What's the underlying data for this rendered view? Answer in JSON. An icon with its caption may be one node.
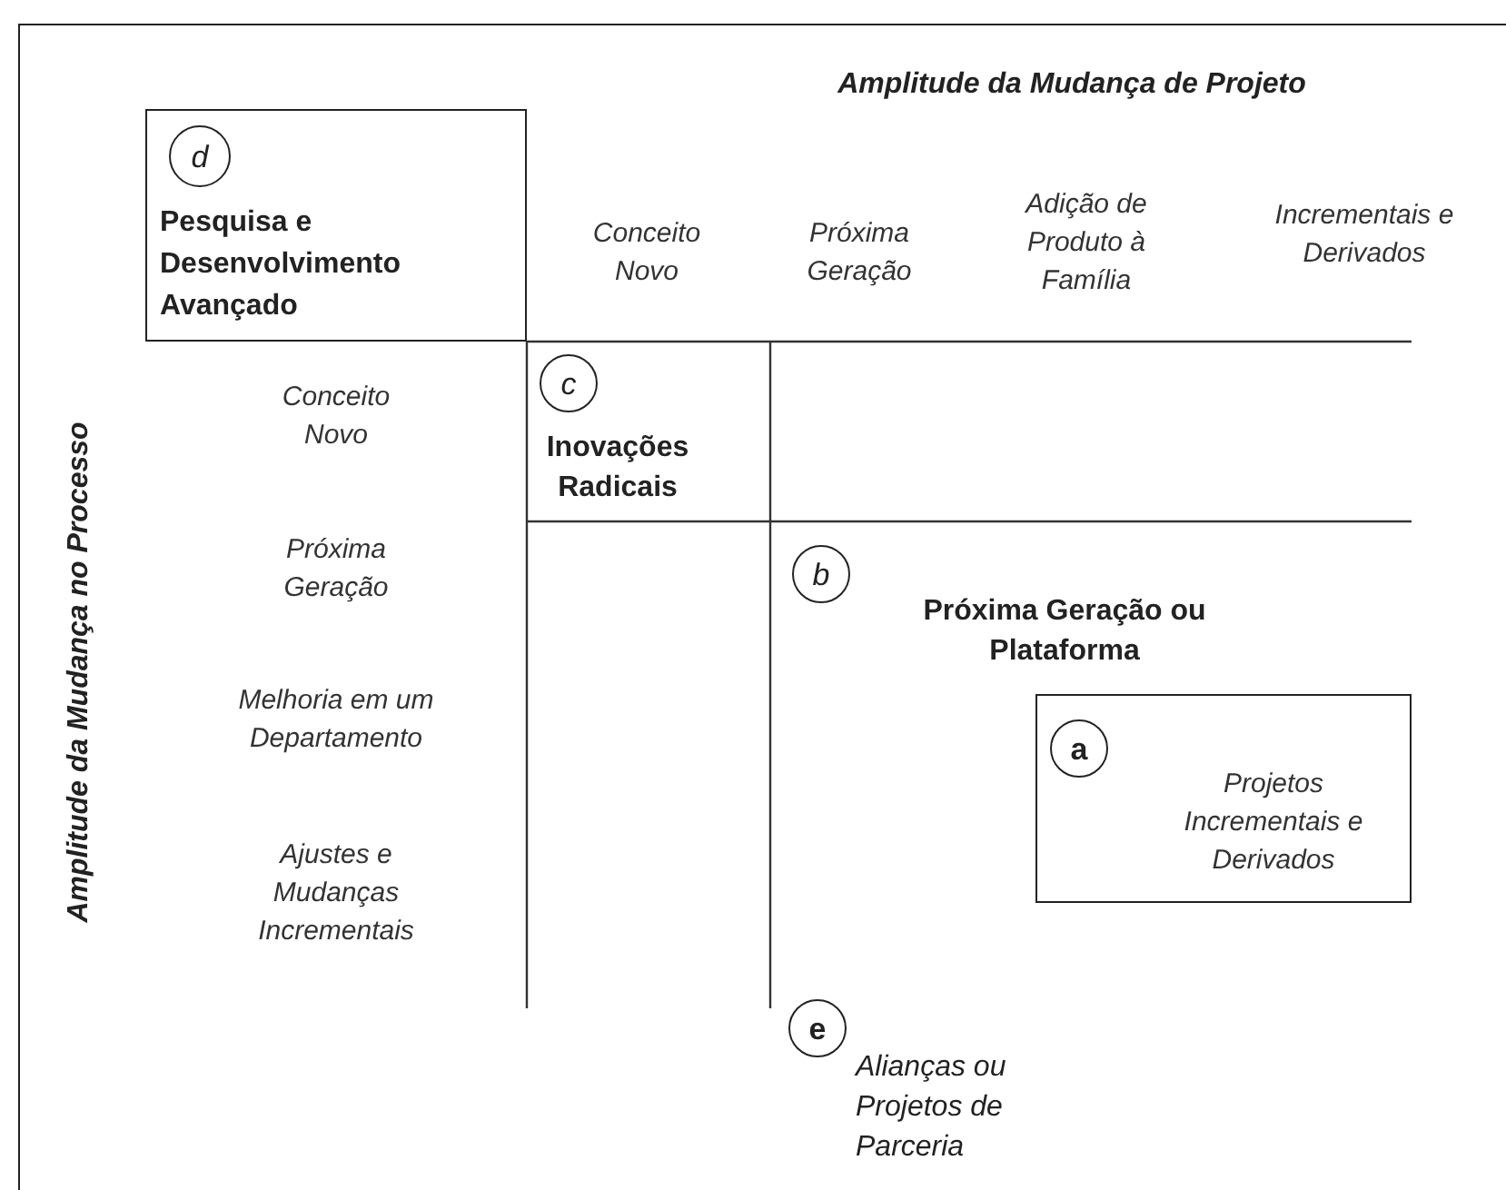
{
  "diagram": {
    "nodes": [
      {
        "text": [
          "Pesquisa e Desenvolvimento Avançado"
        ]
      },
      {
        "text": [
          "d"
        ],
        "in": 0
      },
      {
        "text": [
          "c"
        ],
        "beside": [
          "Inovações Radicais"
        ]
      },
      {
        "text": [
          "b"
        ],
        "beside": [
          "Próxima Geração ou Plataforma"
        ]
      },
      {
        "text": [
          "Projetos Incrementais e Derivados"
        ]
      },
      {
        "text": [
          "a"
        ],
        "in": 4
      },
      {
        "text": [
          "e"
        ],
        "beside": [
          "Alianças ou Projetos de Parceria"
        ]
      }
    ],
    "edges": [],
    "labels": [
      "Amplitude da Mudança de Projeto",
      "Conceito Novo",
      "Próxima Geração",
      "Adição de Produto à Família",
      "Incrementais e Derivados",
      "Amplitude da Mudança no Processo",
      "Conceito Novo",
      "Próxima Geração",
      "Melhoria em um Departamento",
      "Ajustes e Mudanças Incrementais"
    ]
  }
}
